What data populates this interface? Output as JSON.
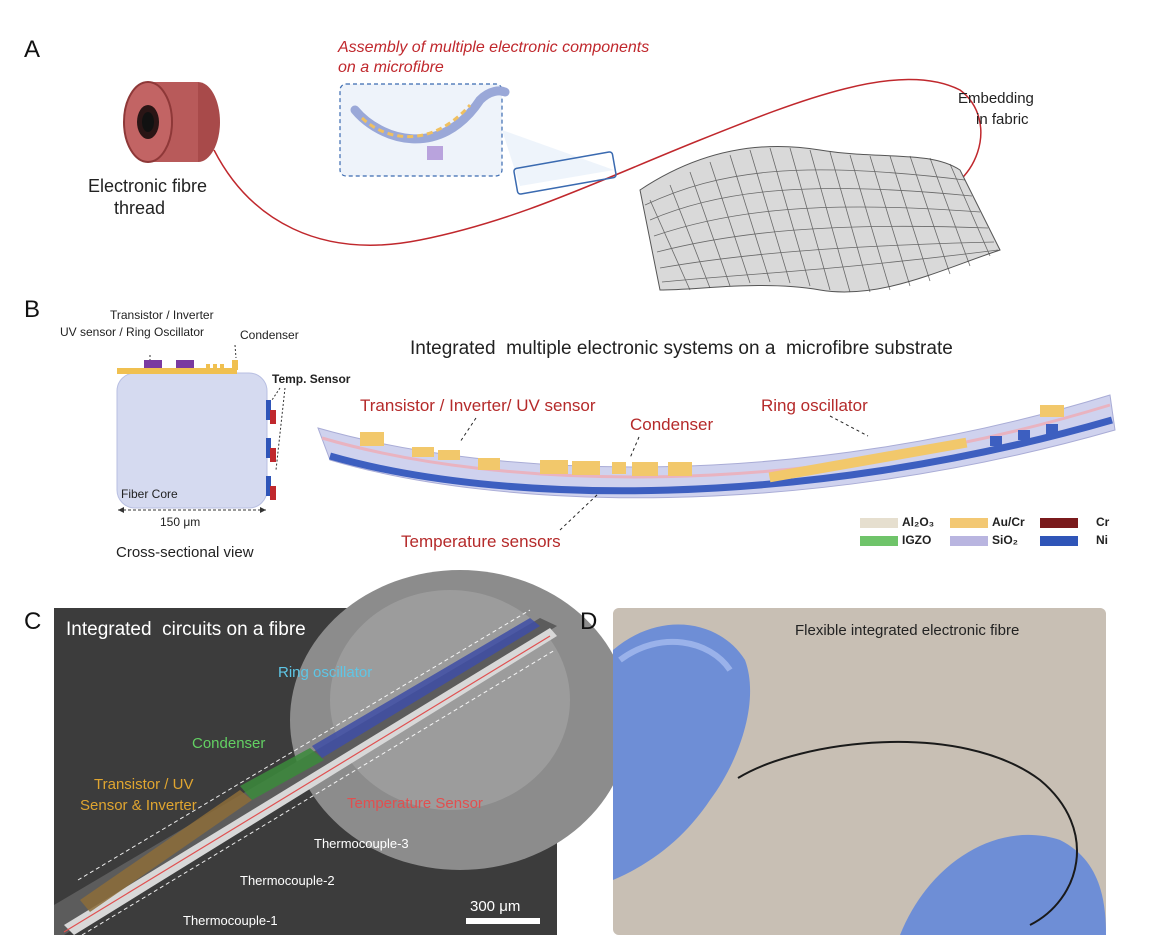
{
  "panels": {
    "a": {
      "letter": "A",
      "assembly_title_line1": "Assembly of multiple electronic components",
      "assembly_title_line2": "on a microfibre",
      "thread_label_line1": "Electronic fibre",
      "thread_label_line2": "thread",
      "fabric_label_line1": "Embedding",
      "fabric_label_line2": "in fabric"
    },
    "b": {
      "letter": "B",
      "cs_label_line1": "Transistor / Inverter",
      "cs_label_line2": "UV sensor / Ring Oscillator",
      "cs_condenser": "Condenser",
      "cs_temp_sensor": "Temp. Sensor",
      "cs_fiber_core": "Fiber Core",
      "cs_dimension": "150 μm",
      "cs_view": "Cross-sectional view",
      "main_title": "Integrated  multiple electronic systems on a  microfibre substrate",
      "label_transistor": "Transistor / Inverter/ UV sensor",
      "label_condenser": "Condenser",
      "label_ring": "Ring oscillator",
      "label_temp": "Temperature sensors",
      "legend": [
        {
          "label": "Al₂O₃",
          "color": "#e6dfcf"
        },
        {
          "label": "Au/Cr",
          "color": "#f3c873"
        },
        {
          "label": "Cr",
          "color": "#7a1a1c"
        },
        {
          "label": "IGZO",
          "color": "#6fc46a"
        },
        {
          "label": "SiO₂",
          "color": "#b9b5e0"
        },
        {
          "label": "Ni",
          "color": "#2f55b8"
        }
      ]
    },
    "c": {
      "letter": "C",
      "title": "Integrated  circuits on a fibre",
      "ring": "Ring oscillator",
      "condenser": "Condenser",
      "transistor_line1": "Transistor / UV",
      "transistor_line2": "Sensor & Inverter",
      "temp_sensor": "Temperature Sensor",
      "tc3": "Thermocouple-3",
      "tc2": "Thermocouple-2",
      "tc1": "Thermocouple-1",
      "scale": "300 μm"
    },
    "d": {
      "letter": "D",
      "title": "Flexible integrated electronic fibre"
    }
  }
}
